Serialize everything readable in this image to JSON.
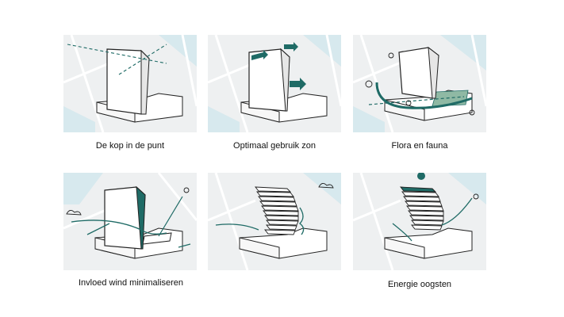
{
  "colors": {
    "accent": "#1f6b66",
    "panel_bg": "#eef0f1",
    "water": "#d7e9ee",
    "map_lines": "#ffffff",
    "outline": "#222222"
  },
  "panels": [
    {
      "caption": "De kop in de punt"
    },
    {
      "caption": "Optimaal gebruik zon"
    },
    {
      "caption": "Flora en fauna"
    },
    {
      "caption": "Invloed wind minimaliseren"
    },
    {
      "caption": ""
    },
    {
      "caption": "Energie oogsten"
    }
  ]
}
